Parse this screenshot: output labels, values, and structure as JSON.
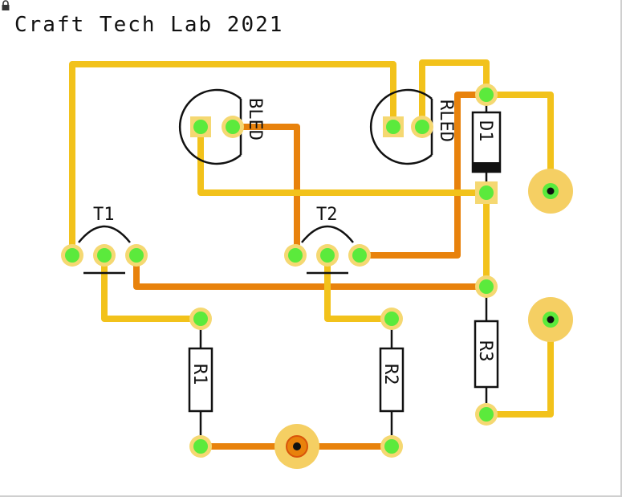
{
  "title": "Craft Tech Lab 2021",
  "icons": {
    "lock": "lock-icon"
  },
  "labels": {
    "bled": "BLED",
    "rled": "RLED",
    "d1": "D1",
    "t1": "T1",
    "t2": "T2",
    "r1": "R1",
    "r2": "R2",
    "r3": "R3"
  },
  "colors": {
    "trace_primary": "#f2c21b",
    "trace_secondary": "#e8820c",
    "pad_fill": "#5bea3c",
    "pad_ring": "#f5d872",
    "mount_pad": "#f5cf63",
    "silkscreen": "#111111",
    "background": "#ffffff"
  }
}
